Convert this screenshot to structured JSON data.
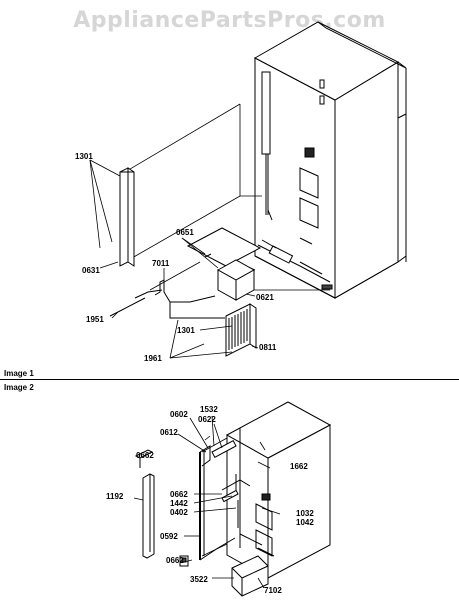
{
  "watermark": "AppliancePartsPros.com",
  "image1": {
    "caption": "Image 1",
    "labels": [
      "1301",
      "0631",
      "0651",
      "7011",
      "1951",
      "0621",
      "1301",
      "0811",
      "1961"
    ]
  },
  "image2": {
    "caption": "Image 2",
    "labels": [
      "0602",
      "1532",
      "0622",
      "0612",
      "0662",
      "1662",
      "1192",
      "0662",
      "1442",
      "0402",
      "1032",
      "1042",
      "0592",
      "0662",
      "3522",
      "7102"
    ]
  }
}
